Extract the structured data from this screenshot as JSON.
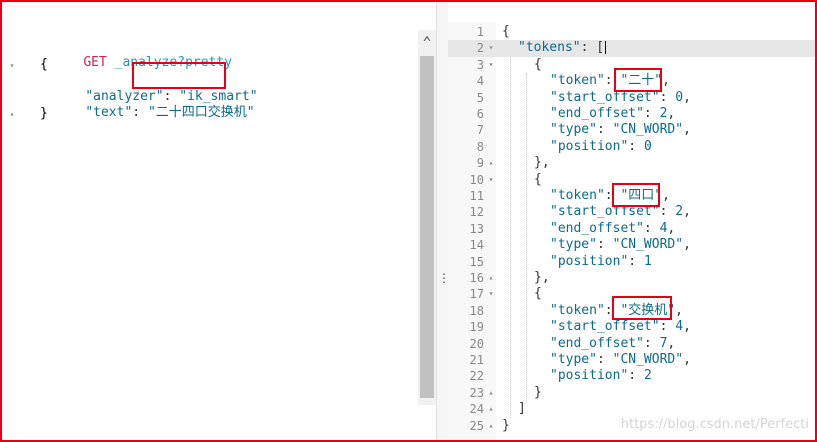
{
  "request": {
    "method": "GET",
    "url": "_analyze?pretty",
    "open_brace": "{",
    "analyzer_key": "\"analyzer\"",
    "analyzer_value": "\"ik_smart\"",
    "text_key": "\"text\"",
    "text_value": "\"二十四口交换机\"",
    "close_brace": "}"
  },
  "response": {
    "line_numbers": [
      "1",
      "2",
      "3",
      "4",
      "5",
      "6",
      "7",
      "8",
      "9",
      "10",
      "11",
      "12",
      "13",
      "14",
      "15",
      "16",
      "17",
      "18",
      "19",
      "20",
      "21",
      "22",
      "23",
      "24",
      "25"
    ],
    "open_brace": "{",
    "tokens_key": "\"tokens\"",
    "close_bracket": "]",
    "close_brace": "}",
    "token_key": "\"token\"",
    "start_key": "\"start_offset\"",
    "end_key": "\"end_offset\"",
    "type_key": "\"type\"",
    "position_key": "\"position\"",
    "tokens": [
      {
        "token": "\"二十\"",
        "start_offset": "0",
        "end_offset": "2",
        "type": "\"CN_WORD\"",
        "position": "0"
      },
      {
        "token": "\"四口\"",
        "start_offset": "2",
        "end_offset": "4",
        "type": "\"CN_WORD\"",
        "position": "1"
      },
      {
        "token": "\"交换机\"",
        "start_offset": "4",
        "end_offset": "7",
        "type": "\"CN_WORD\"",
        "position": "2"
      }
    ]
  },
  "watermark": "https://blog.csdn.net/Perfecti",
  "colors": {
    "highlight_box": "#e60012",
    "method": "#c7254e",
    "url": "#2b95c2",
    "json": "#0b6b8a"
  },
  "icons": {
    "scroll_up": "chevron-up-icon",
    "resize": "vertical-dots-icon",
    "fold": "fold-triangle-icon"
  }
}
